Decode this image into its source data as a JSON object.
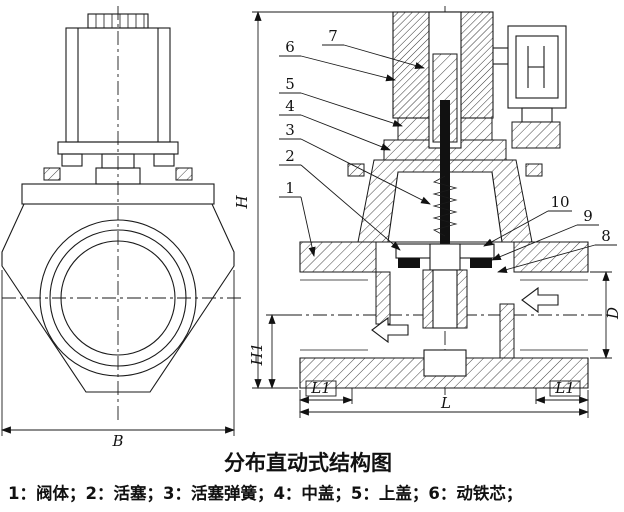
{
  "title": "分布直动式结构图",
  "legend": "1：阀体；2：活塞；3：活塞弹簧；4：中盖；5：上盖；6：动铁芯；",
  "callouts": [
    "1",
    "2",
    "3",
    "4",
    "5",
    "6",
    "7",
    "8",
    "9",
    "10"
  ],
  "dims": {
    "H": "H",
    "H1": "H1",
    "B": "B",
    "L": "L",
    "L1": "L1",
    "D": "D"
  },
  "colors": {
    "line": "#1a1a1a",
    "background": "#ffffff"
  }
}
